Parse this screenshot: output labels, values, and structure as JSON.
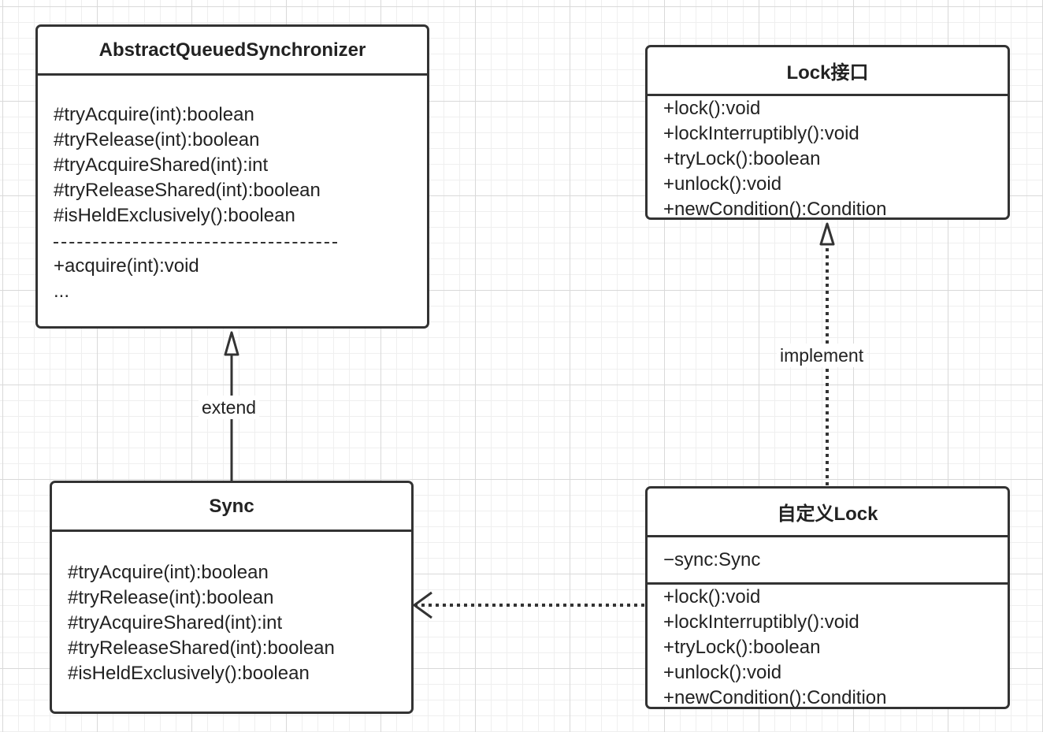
{
  "classes": {
    "aqs": {
      "name": "AbstractQueuedSynchronizer",
      "methods": [
        "#tryAcquire(int):boolean",
        "#tryRelease(int):boolean",
        "#tryAcquireShared(int):int",
        "#tryReleaseShared(int):boolean",
        "#isHeldExclusively():boolean"
      ],
      "public_methods": [
        "+acquire(int):void",
        "..."
      ]
    },
    "lock_interface": {
      "name": "Lock接口",
      "methods": [
        "+lock():void",
        "+lockInterruptibly():void",
        "+tryLock():boolean",
        "+unlock():void",
        "+newCondition():Condition"
      ]
    },
    "sync": {
      "name": "Sync",
      "methods": [
        "#tryAcquire(int):boolean",
        "#tryRelease(int):boolean",
        "#tryAcquireShared(int):int",
        "#tryReleaseShared(int):boolean",
        "#isHeldExclusively():boolean"
      ]
    },
    "custom_lock": {
      "name": "自定义Lock",
      "fields": [
        "−sync:Sync"
      ],
      "methods": [
        "+lock():void",
        "+lockInterruptibly():void",
        "+tryLock():boolean",
        "+unlock():void",
        "+newCondition():Condition"
      ]
    }
  },
  "relations": {
    "extend_label": "extend",
    "implement_label": "implement"
  },
  "colors": {
    "line": "#333333",
    "grid_major": "#d9d9d9",
    "grid_minor": "#efefef"
  }
}
